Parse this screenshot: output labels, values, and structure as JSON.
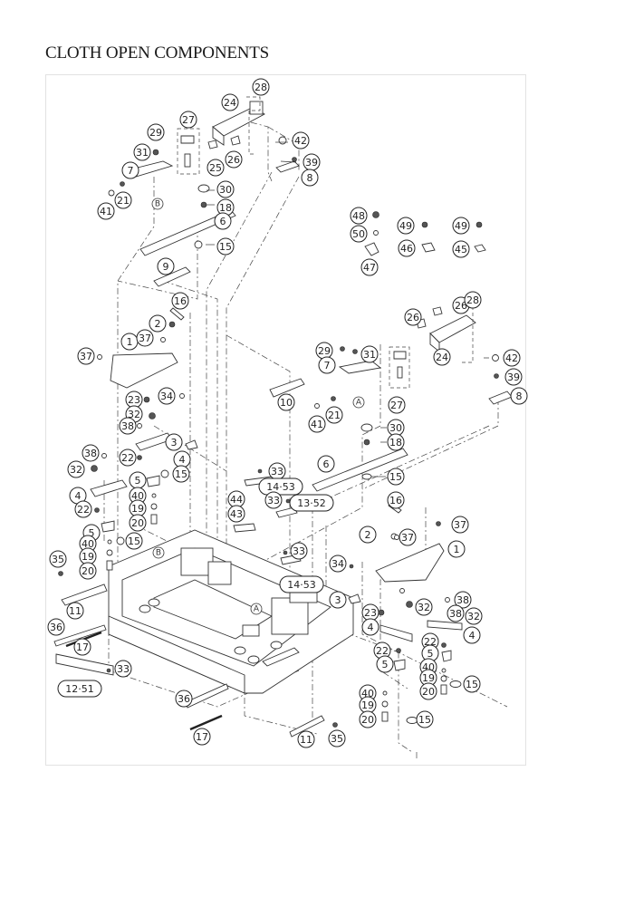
{
  "page": {
    "title": "CLOTH OPEN COMPONENTS"
  },
  "callouts": [
    {
      "id": "c28a",
      "label": "28"
    },
    {
      "id": "c24a",
      "label": "24"
    },
    {
      "id": "c27a",
      "label": "27"
    },
    {
      "id": "c29a",
      "label": "29"
    },
    {
      "id": "c31a",
      "label": "31"
    },
    {
      "id": "c42a",
      "label": "42"
    },
    {
      "id": "c26a",
      "label": "26"
    },
    {
      "id": "c25a",
      "label": "25"
    },
    {
      "id": "c39a",
      "label": "39"
    },
    {
      "id": "c8a",
      "label": "8"
    },
    {
      "id": "c7a",
      "label": "7"
    },
    {
      "id": "c21a",
      "label": "21"
    },
    {
      "id": "c41a",
      "label": "41"
    },
    {
      "id": "c30a",
      "label": "30"
    },
    {
      "id": "c18a",
      "label": "18"
    },
    {
      "id": "c6a",
      "label": "6"
    },
    {
      "id": "c15a",
      "label": "15"
    },
    {
      "id": "c9",
      "label": "9"
    },
    {
      "id": "c48",
      "label": "48"
    },
    {
      "id": "c50",
      "label": "50"
    },
    {
      "id": "c47",
      "label": "47"
    },
    {
      "id": "c49a",
      "label": "49"
    },
    {
      "id": "c46",
      "label": "46"
    },
    {
      "id": "c49b",
      "label": "49"
    },
    {
      "id": "c45",
      "label": "45"
    },
    {
      "id": "c16a",
      "label": "16"
    },
    {
      "id": "c2a",
      "label": "2"
    },
    {
      "id": "c1a",
      "label": "1"
    },
    {
      "id": "c37a",
      "label": "37"
    },
    {
      "id": "c37b",
      "label": "37"
    },
    {
      "id": "c26b",
      "label": "26"
    },
    {
      "id": "c26c",
      "label": "26"
    },
    {
      "id": "c28b",
      "label": "28"
    },
    {
      "id": "c24b",
      "label": "24"
    },
    {
      "id": "c29b",
      "label": "29"
    },
    {
      "id": "c31b",
      "label": "31"
    },
    {
      "id": "c7b",
      "label": "7"
    },
    {
      "id": "c42b",
      "label": "42"
    },
    {
      "id": "c39b",
      "label": "39"
    },
    {
      "id": "c8b",
      "label": "8"
    },
    {
      "id": "c10",
      "label": "10"
    },
    {
      "id": "c27b",
      "label": "27"
    },
    {
      "id": "c41b",
      "label": "41"
    },
    {
      "id": "c21b",
      "label": "21"
    },
    {
      "id": "c23a",
      "label": "23"
    },
    {
      "id": "c34a",
      "label": "34"
    },
    {
      "id": "c32a",
      "label": "32"
    },
    {
      "id": "c38a",
      "label": "38"
    },
    {
      "id": "c3a",
      "label": "3"
    },
    {
      "id": "c4a",
      "label": "4"
    },
    {
      "id": "c15b",
      "label": "15"
    },
    {
      "id": "c30b",
      "label": "30"
    },
    {
      "id": "c18b",
      "label": "18"
    },
    {
      "id": "c38b",
      "label": "38"
    },
    {
      "id": "c22a",
      "label": "22"
    },
    {
      "id": "c32b",
      "label": "32"
    },
    {
      "id": "c5a",
      "label": "5"
    },
    {
      "id": "c40a",
      "label": "40"
    },
    {
      "id": "c4b",
      "label": "4"
    },
    {
      "id": "c19a",
      "label": "19"
    },
    {
      "id": "c22b",
      "label": "22"
    },
    {
      "id": "c20a",
      "label": "20"
    },
    {
      "id": "c6b",
      "label": "6"
    },
    {
      "id": "c15c",
      "label": "15"
    },
    {
      "id": "c33a",
      "label": "33"
    },
    {
      "id": "c1453a",
      "label": "14·53"
    },
    {
      "id": "c33b",
      "label": "33"
    },
    {
      "id": "c1352",
      "label": "13·52"
    },
    {
      "id": "c44",
      "label": "44"
    },
    {
      "id": "c43",
      "label": "43"
    },
    {
      "id": "c5b",
      "label": "5"
    },
    {
      "id": "c40b",
      "label": "40"
    },
    {
      "id": "c15d",
      "label": "15"
    },
    {
      "id": "c19b",
      "label": "19"
    },
    {
      "id": "c20b",
      "label": "20"
    },
    {
      "id": "c16b",
      "label": "16"
    },
    {
      "id": "c37c",
      "label": "37"
    },
    {
      "id": "c2b",
      "label": "2"
    },
    {
      "id": "c37d",
      "label": "37"
    },
    {
      "id": "c1b",
      "label": "1"
    },
    {
      "id": "c35a",
      "label": "35"
    },
    {
      "id": "c33c",
      "label": "33"
    },
    {
      "id": "c1453b",
      "label": "14·53"
    },
    {
      "id": "c34b",
      "label": "34"
    },
    {
      "id": "c3b",
      "label": "3"
    },
    {
      "id": "c11a",
      "label": "11"
    },
    {
      "id": "c38c",
      "label": "38"
    },
    {
      "id": "c32c",
      "label": "32"
    },
    {
      "id": "c23b",
      "label": "23"
    },
    {
      "id": "c4c",
      "label": "4"
    },
    {
      "id": "c38d",
      "label": "38"
    },
    {
      "id": "c32d",
      "label": "32"
    },
    {
      "id": "c36a",
      "label": "36"
    },
    {
      "id": "c17a",
      "label": "17"
    },
    {
      "id": "c4d",
      "label": "4"
    },
    {
      "id": "c22c",
      "label": "22"
    },
    {
      "id": "c22d",
      "label": "22"
    },
    {
      "id": "c5c",
      "label": "5"
    },
    {
      "id": "c5d",
      "label": "5"
    },
    {
      "id": "c40c",
      "label": "40"
    },
    {
      "id": "c19c",
      "label": "19"
    },
    {
      "id": "c15e",
      "label": "15"
    },
    {
      "id": "c20c",
      "label": "20"
    },
    {
      "id": "c33d",
      "label": "33"
    },
    {
      "id": "c1251",
      "label": "12·51"
    },
    {
      "id": "c36b",
      "label": "36"
    },
    {
      "id": "c40d",
      "label": "40"
    },
    {
      "id": "c19d",
      "label": "19"
    },
    {
      "id": "c20d",
      "label": "20"
    },
    {
      "id": "c15f",
      "label": "15"
    },
    {
      "id": "c17b",
      "label": "17"
    },
    {
      "id": "c11b",
      "label": "11"
    },
    {
      "id": "c35b",
      "label": "35"
    }
  ],
  "references": [
    {
      "id": "refB1",
      "label": "B"
    },
    {
      "id": "refA1",
      "label": "A"
    },
    {
      "id": "refB2",
      "label": "B"
    },
    {
      "id": "refA2",
      "label": "A"
    }
  ]
}
